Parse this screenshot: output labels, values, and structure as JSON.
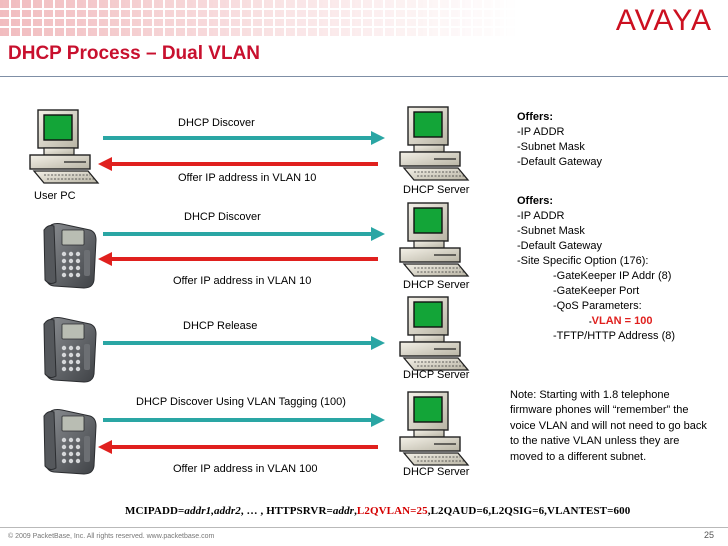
{
  "slide": {
    "title": "DHCP Process – Dual VLAN",
    "logo": "AVAYA",
    "footer": "© 2009 PacketBase, Inc. All rights reserved.   www.packetbase.com",
    "page_number": "25"
  },
  "colors": {
    "accent_red": "#c8102e",
    "arrow_teal": "#2aa6a4",
    "arrow_red": "#e0201e",
    "screen_green": "#13a538"
  },
  "devices": {
    "user_pc_label": "User PC",
    "dhcp_server_label": "DHCP Server"
  },
  "exchanges": [
    {
      "request": "DHCP Discover",
      "response": "Offer IP address in VLAN 10"
    },
    {
      "request": "DHCP Discover",
      "response": "Offer IP address in VLAN 10"
    },
    {
      "request": "DHCP Release",
      "response": ""
    },
    {
      "request": "DHCP Discover Using VLAN Tagging (100)",
      "response": "Offer IP address in VLAN 100"
    }
  ],
  "offers1": {
    "heading": "Offers:",
    "items": [
      "-IP ADDR",
      "-Subnet Mask",
      "-Default Gateway"
    ]
  },
  "offers2": {
    "heading": "Offers:",
    "items": [
      "-IP ADDR",
      "-Subnet Mask",
      "-Default Gateway",
      "-Site Specific Option (176):"
    ],
    "sub_items": [
      "-GateKeeper IP Addr (8)",
      "-GateKeeper Port",
      "-QoS Parameters:"
    ],
    "vlan_prefix": "-",
    "vlan_value": "VLAN = 100",
    "last_item": "-TFTP/HTTP Address (8)"
  },
  "note": "Note: Starting with 1.8 telephone firmware phones will “remember” the voice VLAN and will not need to go back to the native VLAN unless they are moved to a different subnet.",
  "command": {
    "p1": "MCIPADD=",
    "p2": "addr1,addr2",
    "p3": ", … , HTTPSRVR=",
    "p4": "addr",
    "p5": ",",
    "p6": "L2QVLAN=25",
    "p7": ",L2QAUD=6,L2QSIG=6,VLANTEST=600"
  }
}
